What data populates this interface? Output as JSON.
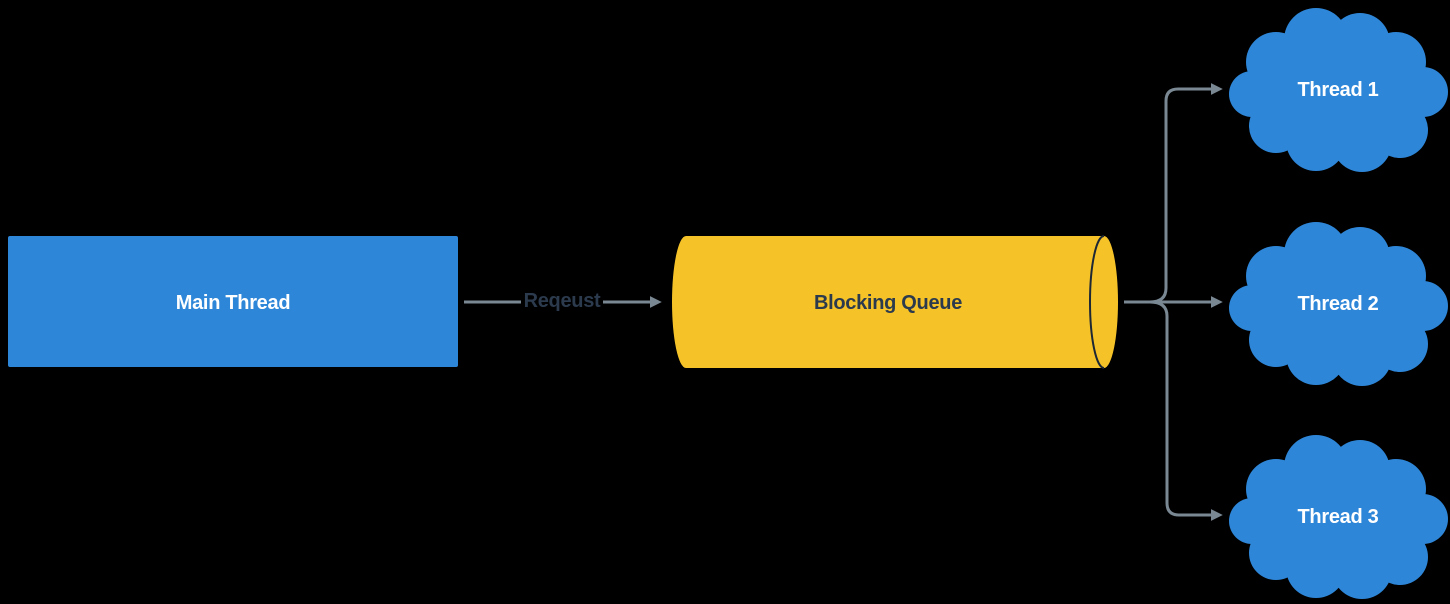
{
  "diagram": {
    "type": "flow-diagram",
    "background": "#000000",
    "colors": {
      "node_blue": "#2E86D8",
      "queue_yellow": "#F5C228",
      "arrow_gray": "#7A8893",
      "dark_text": "#2B3A4D",
      "light_text": "#FFFFFF",
      "queue_rim": "#1E2835"
    },
    "nodes": {
      "main_thread": {
        "label": "Main Thread",
        "shape": "rectangle"
      },
      "blocking_queue": {
        "label": "Blocking Queue",
        "shape": "cylinder"
      },
      "thread_1": {
        "label": "Thread 1",
        "shape": "cloud"
      },
      "thread_2": {
        "label": "Thread 2",
        "shape": "cloud"
      },
      "thread_3": {
        "label": "Thread 3",
        "shape": "cloud"
      }
    },
    "edges": [
      {
        "from": "Main Thread",
        "to": "Blocking Queue",
        "label": "Reqeust"
      },
      {
        "from": "Blocking Queue",
        "to": "Thread 1"
      },
      {
        "from": "Blocking Queue",
        "to": "Thread 2"
      },
      {
        "from": "Blocking Queue",
        "to": "Thread 3"
      }
    ]
  }
}
